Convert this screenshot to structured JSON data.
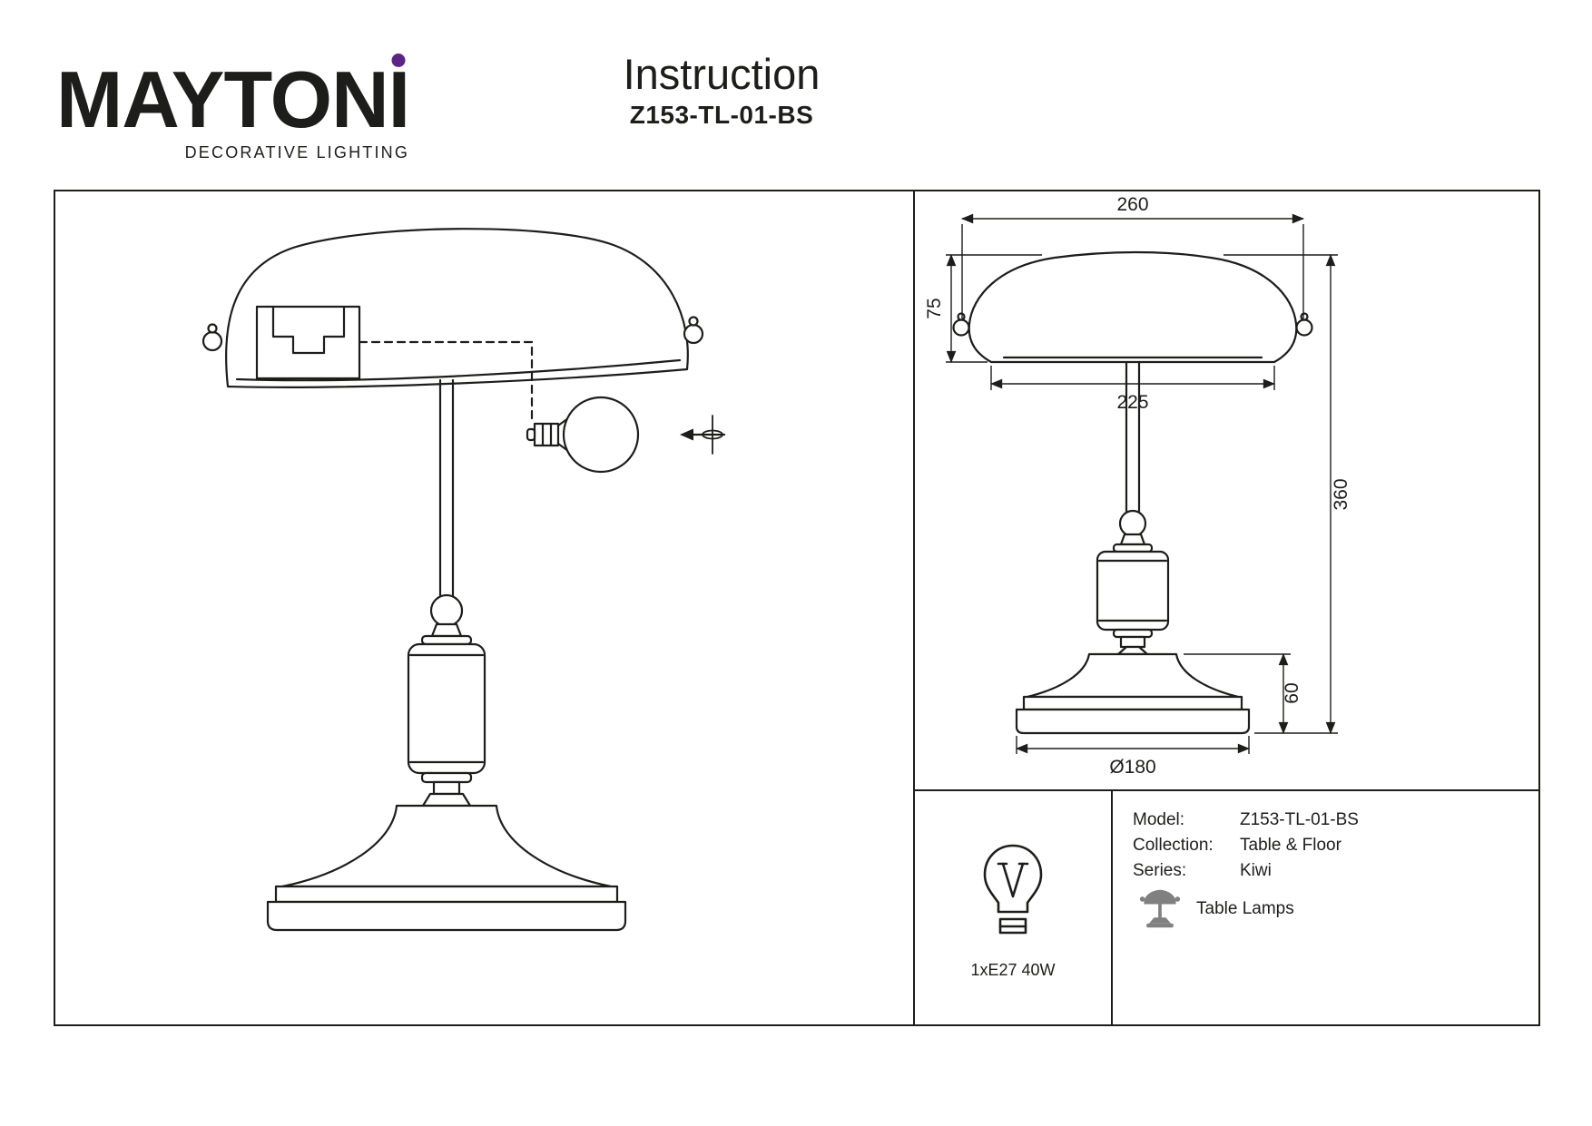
{
  "brand": {
    "wordmark_main": "MAYTON",
    "wordmark_i": "I",
    "tagline": "DECORATIVE LIGHTING",
    "accent_color": "#5c2483"
  },
  "header": {
    "title": "Instruction",
    "model": "Z153-TL-01-BS"
  },
  "diagram": {
    "dim_shade_width_top": "260",
    "dim_shade_height": "75",
    "dim_shade_width_bottom": "225",
    "dim_total_height": "360",
    "dim_base_height": "60",
    "dim_base_diameter": "Ø180"
  },
  "spec": {
    "bulb": "1xE27 40W"
  },
  "info": {
    "model_label": "Model:",
    "model_value": "Z153-TL-01-BS",
    "collection_label": "Collection:",
    "collection_value": "Table & Floor",
    "series_label": "Series:",
    "series_value": "Kiwi",
    "series_type": "Table Lamps"
  }
}
